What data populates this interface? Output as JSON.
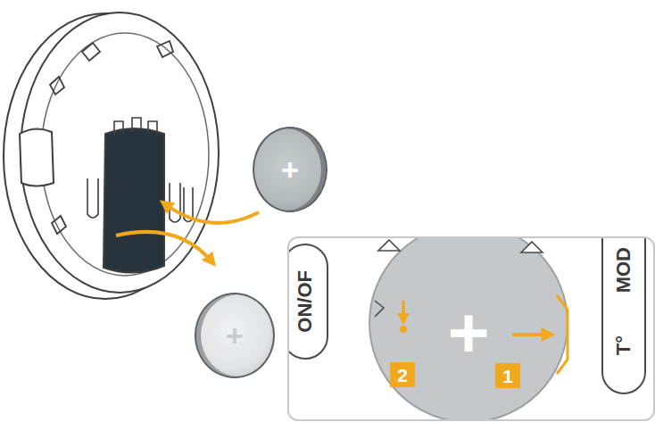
{
  "diagram": {
    "nodes": [
      {
        "text": [
          "+"
        ]
      },
      {
        "text": [
          "+"
        ]
      },
      {
        "text": [
          "ON/OF"
        ]
      },
      {
        "text": [
          "+"
        ]
      },
      {
        "text": [
          "MOD",
          "T°"
        ]
      },
      {
        "text": [
          "2"
        ]
      },
      {
        "text": [
          "1"
        ]
      }
    ]
  }
}
